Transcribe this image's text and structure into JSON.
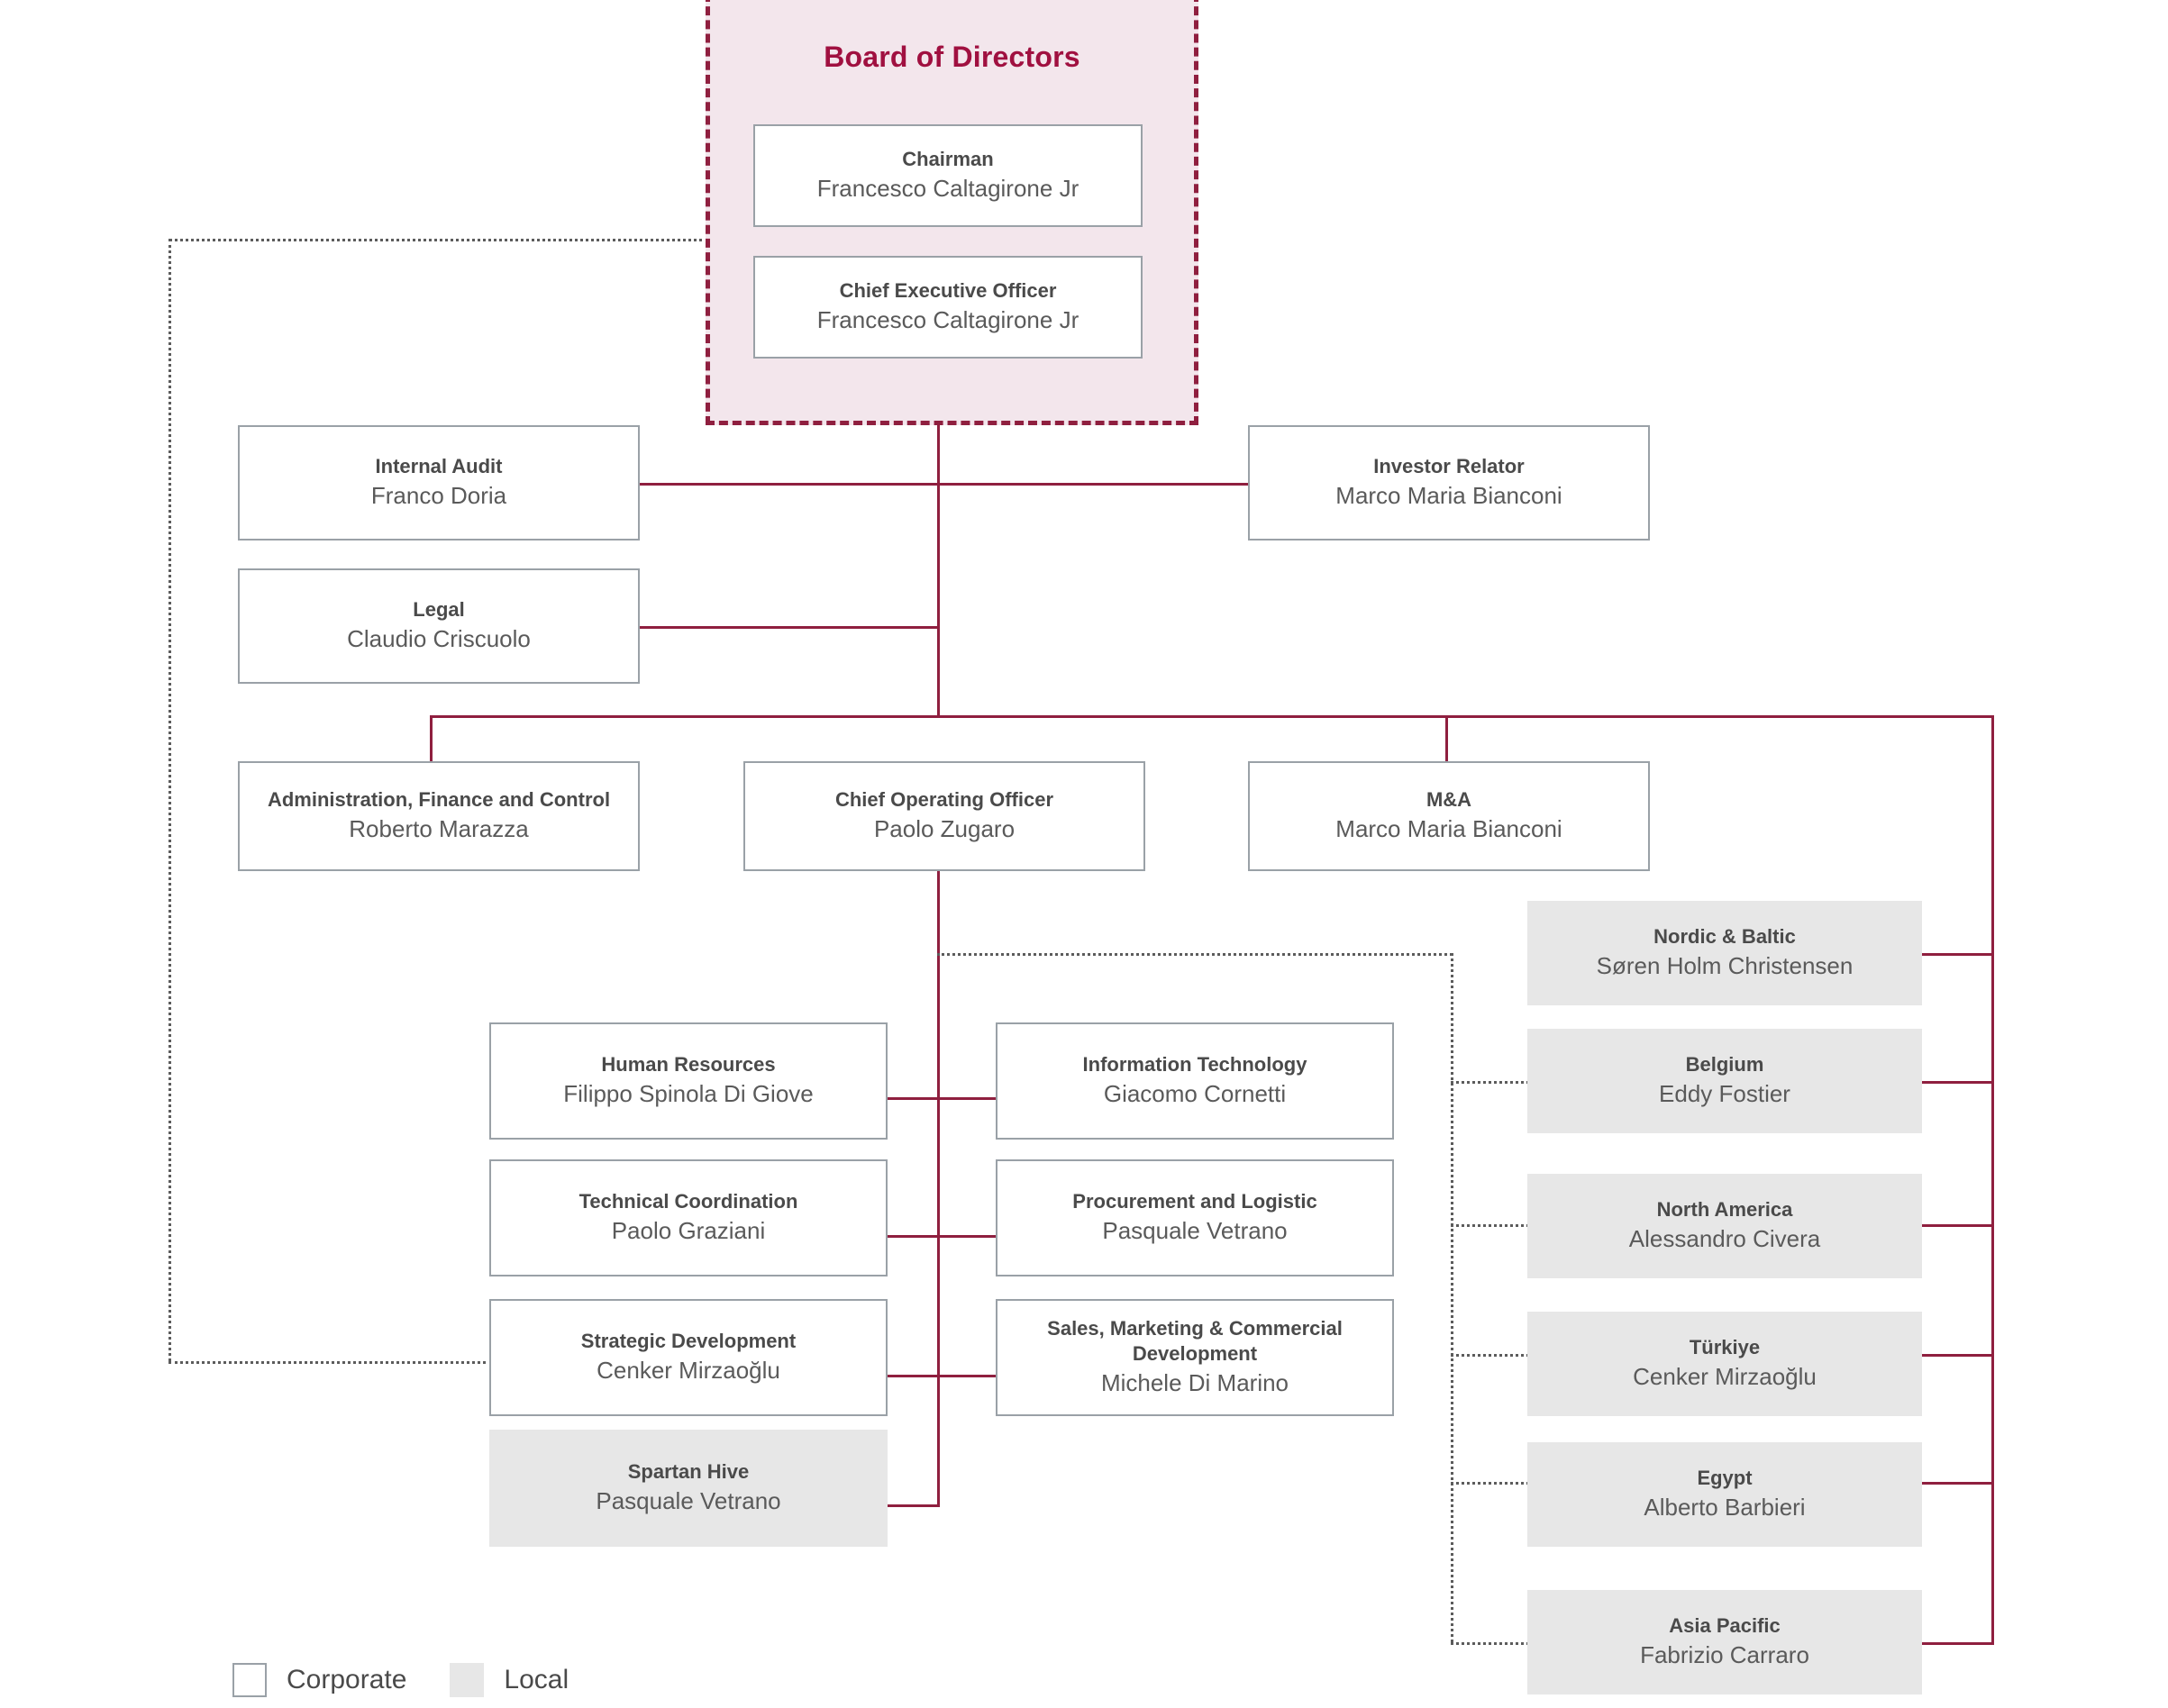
{
  "board": {
    "title": "Board of Directors",
    "members": [
      {
        "role": "Chairman",
        "person": "Francesco Caltagirone Jr"
      },
      {
        "role": "Chief Executive Officer",
        "person": "Francesco Caltagirone Jr"
      }
    ]
  },
  "staff": [
    {
      "role": "Internal Audit",
      "person": "Franco Doria"
    },
    {
      "role": "Legal",
      "person": "Claudio Criscuolo"
    },
    {
      "role": "Investor Relator",
      "person": "Marco Maria Bianconi"
    }
  ],
  "executive": [
    {
      "role": "Administration, Finance and Control",
      "person": "Roberto Marazza"
    },
    {
      "role": "Chief Operating Officer",
      "person": "Paolo Zugaro"
    },
    {
      "role": "M&A",
      "person": "Marco Maria Bianconi"
    }
  ],
  "functions_left": [
    {
      "role": "Human Resources",
      "person": "Filippo Spinola Di Giove",
      "kind": "Corporate"
    },
    {
      "role": "Technical Coordination",
      "person": "Paolo Graziani",
      "kind": "Corporate"
    },
    {
      "role": "Strategic Development",
      "person": "Cenker Mirzaoğlu",
      "kind": "Corporate"
    },
    {
      "role": "Spartan Hive",
      "person": "Pasquale Vetrano",
      "kind": "Local"
    }
  ],
  "functions_right": [
    {
      "role": "Information Technology",
      "person": "Giacomo Cornetti",
      "kind": "Corporate"
    },
    {
      "role": "Procurement and Logistic",
      "person": "Pasquale Vetrano",
      "kind": "Corporate"
    },
    {
      "role": "Sales, Marketing & Commercial Development",
      "person": "Michele Di Marino",
      "kind": "Corporate"
    }
  ],
  "regions": [
    {
      "role": "Nordic & Baltic",
      "person": "Søren Holm Christensen",
      "kind": "Local"
    },
    {
      "role": "Belgium",
      "person": "Eddy Fostier",
      "kind": "Local"
    },
    {
      "role": "North America",
      "person": "Alessandro Civera",
      "kind": "Local"
    },
    {
      "role": "Türkiye",
      "person": "Cenker Mirzaoğlu",
      "kind": "Local"
    },
    {
      "role": "Egypt",
      "person": "Alberto Barbieri",
      "kind": "Local"
    },
    {
      "role": "Asia Pacific",
      "person": "Fabrizio Carraro",
      "kind": "Local"
    }
  ],
  "legend": [
    {
      "label": "Corporate",
      "swatch": "#ffffff"
    },
    {
      "label": "Local",
      "swatch": "#e7e7e7"
    }
  ],
  "colors": {
    "accent": "#8f1f3f",
    "board_title": "#a01040",
    "board_fill": "#f3e6ec",
    "corporate_fill": "#ffffff",
    "corporate_border": "#9aa1a7",
    "local_fill": "#e7e7e7",
    "role_text": "#4a4a4a",
    "person_text": "#5a5a5a",
    "dotted_line": "#5c5c5c"
  }
}
